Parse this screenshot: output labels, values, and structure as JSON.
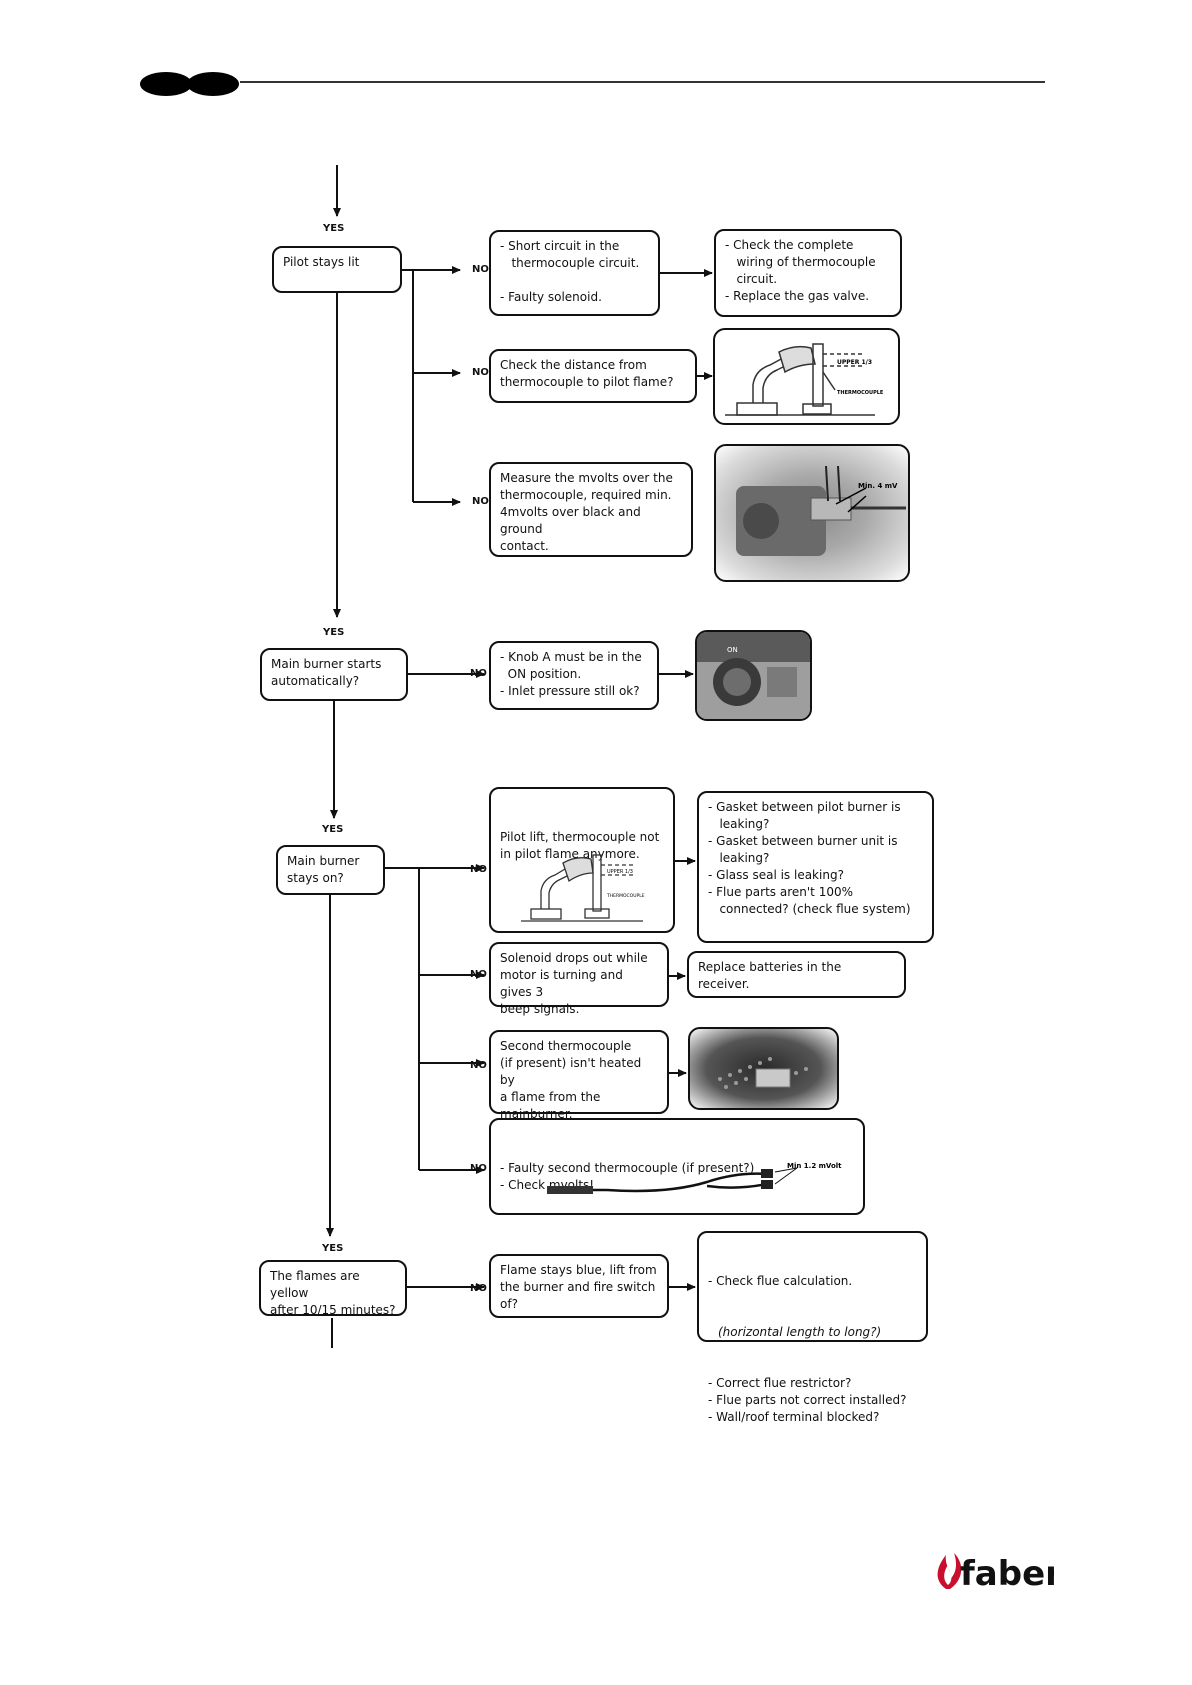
{
  "labels": {
    "yes": "YES",
    "no": "NO"
  },
  "decisions": {
    "pilot_stays_lit": "Pilot stays lit",
    "main_burner_starts": "Main burner starts\nautomatically?",
    "main_burner_stays_on": "Main burner\nstays on?",
    "flames_yellow": "The flames are yellow\nafter 10/15 minutes?"
  },
  "boxes": {
    "short_circuit": "- Short circuit in the\n   thermocouple circuit.\n\n- Faulty solenoid.",
    "check_wiring": "- Check the complete\n   wiring of thermocouple\n   circuit.\n- Replace the gas valve.",
    "check_distance": "Check the distance from\nthermocouple to pilot flame?",
    "measure_mvolts": "Measure the mvolts over the\nthermocouple, required min.\n4mvolts over black and ground\ncontact.",
    "knob_a": "- Knob A must be in the\n  ON position.\n- Inlet pressure still ok?",
    "pilot_lift": "Pilot lift, thermocouple not\nin pilot flame anymore.",
    "gasket": "- Gasket between pilot burner is\n   leaking?\n- Gasket between burner unit is\n   leaking?\n- Glass seal is leaking?\n- Flue parts aren't 100%\n   connected? (check flue system)",
    "solenoid_drops": "Solenoid drops out while\nmotor is turning and gives 3\nbeep signals.",
    "replace_batteries": "Replace batteries in the receiver.",
    "second_tc": "Second thermocouple\n(if present) isn't heated by\na flame from the\nmainburner.",
    "faulty_second_tc": "- Faulty second thermocouple (if present?)\n- Check mvolts!",
    "flame_blue": "Flame stays blue, lift from\nthe burner and fire switch\nof?",
    "flue_calc_1": "- Check flue calculation.",
    "flue_calc_2": "(horizontal length to long?)",
    "flue_calc_3": "- Correct flue restrictor?\n- Flue parts not correct installed?\n- Wall/roof terminal blocked?"
  },
  "image_labels": {
    "upper_third": "UPPER 1/3",
    "thermocouple": "THERMOCOUPLE",
    "min_4mv": "Min. 4 mV",
    "on": "ON",
    "min_12mv": "Min 1.2 mVolt"
  },
  "brand": {
    "name": "faber",
    "color": "#c8102e"
  }
}
